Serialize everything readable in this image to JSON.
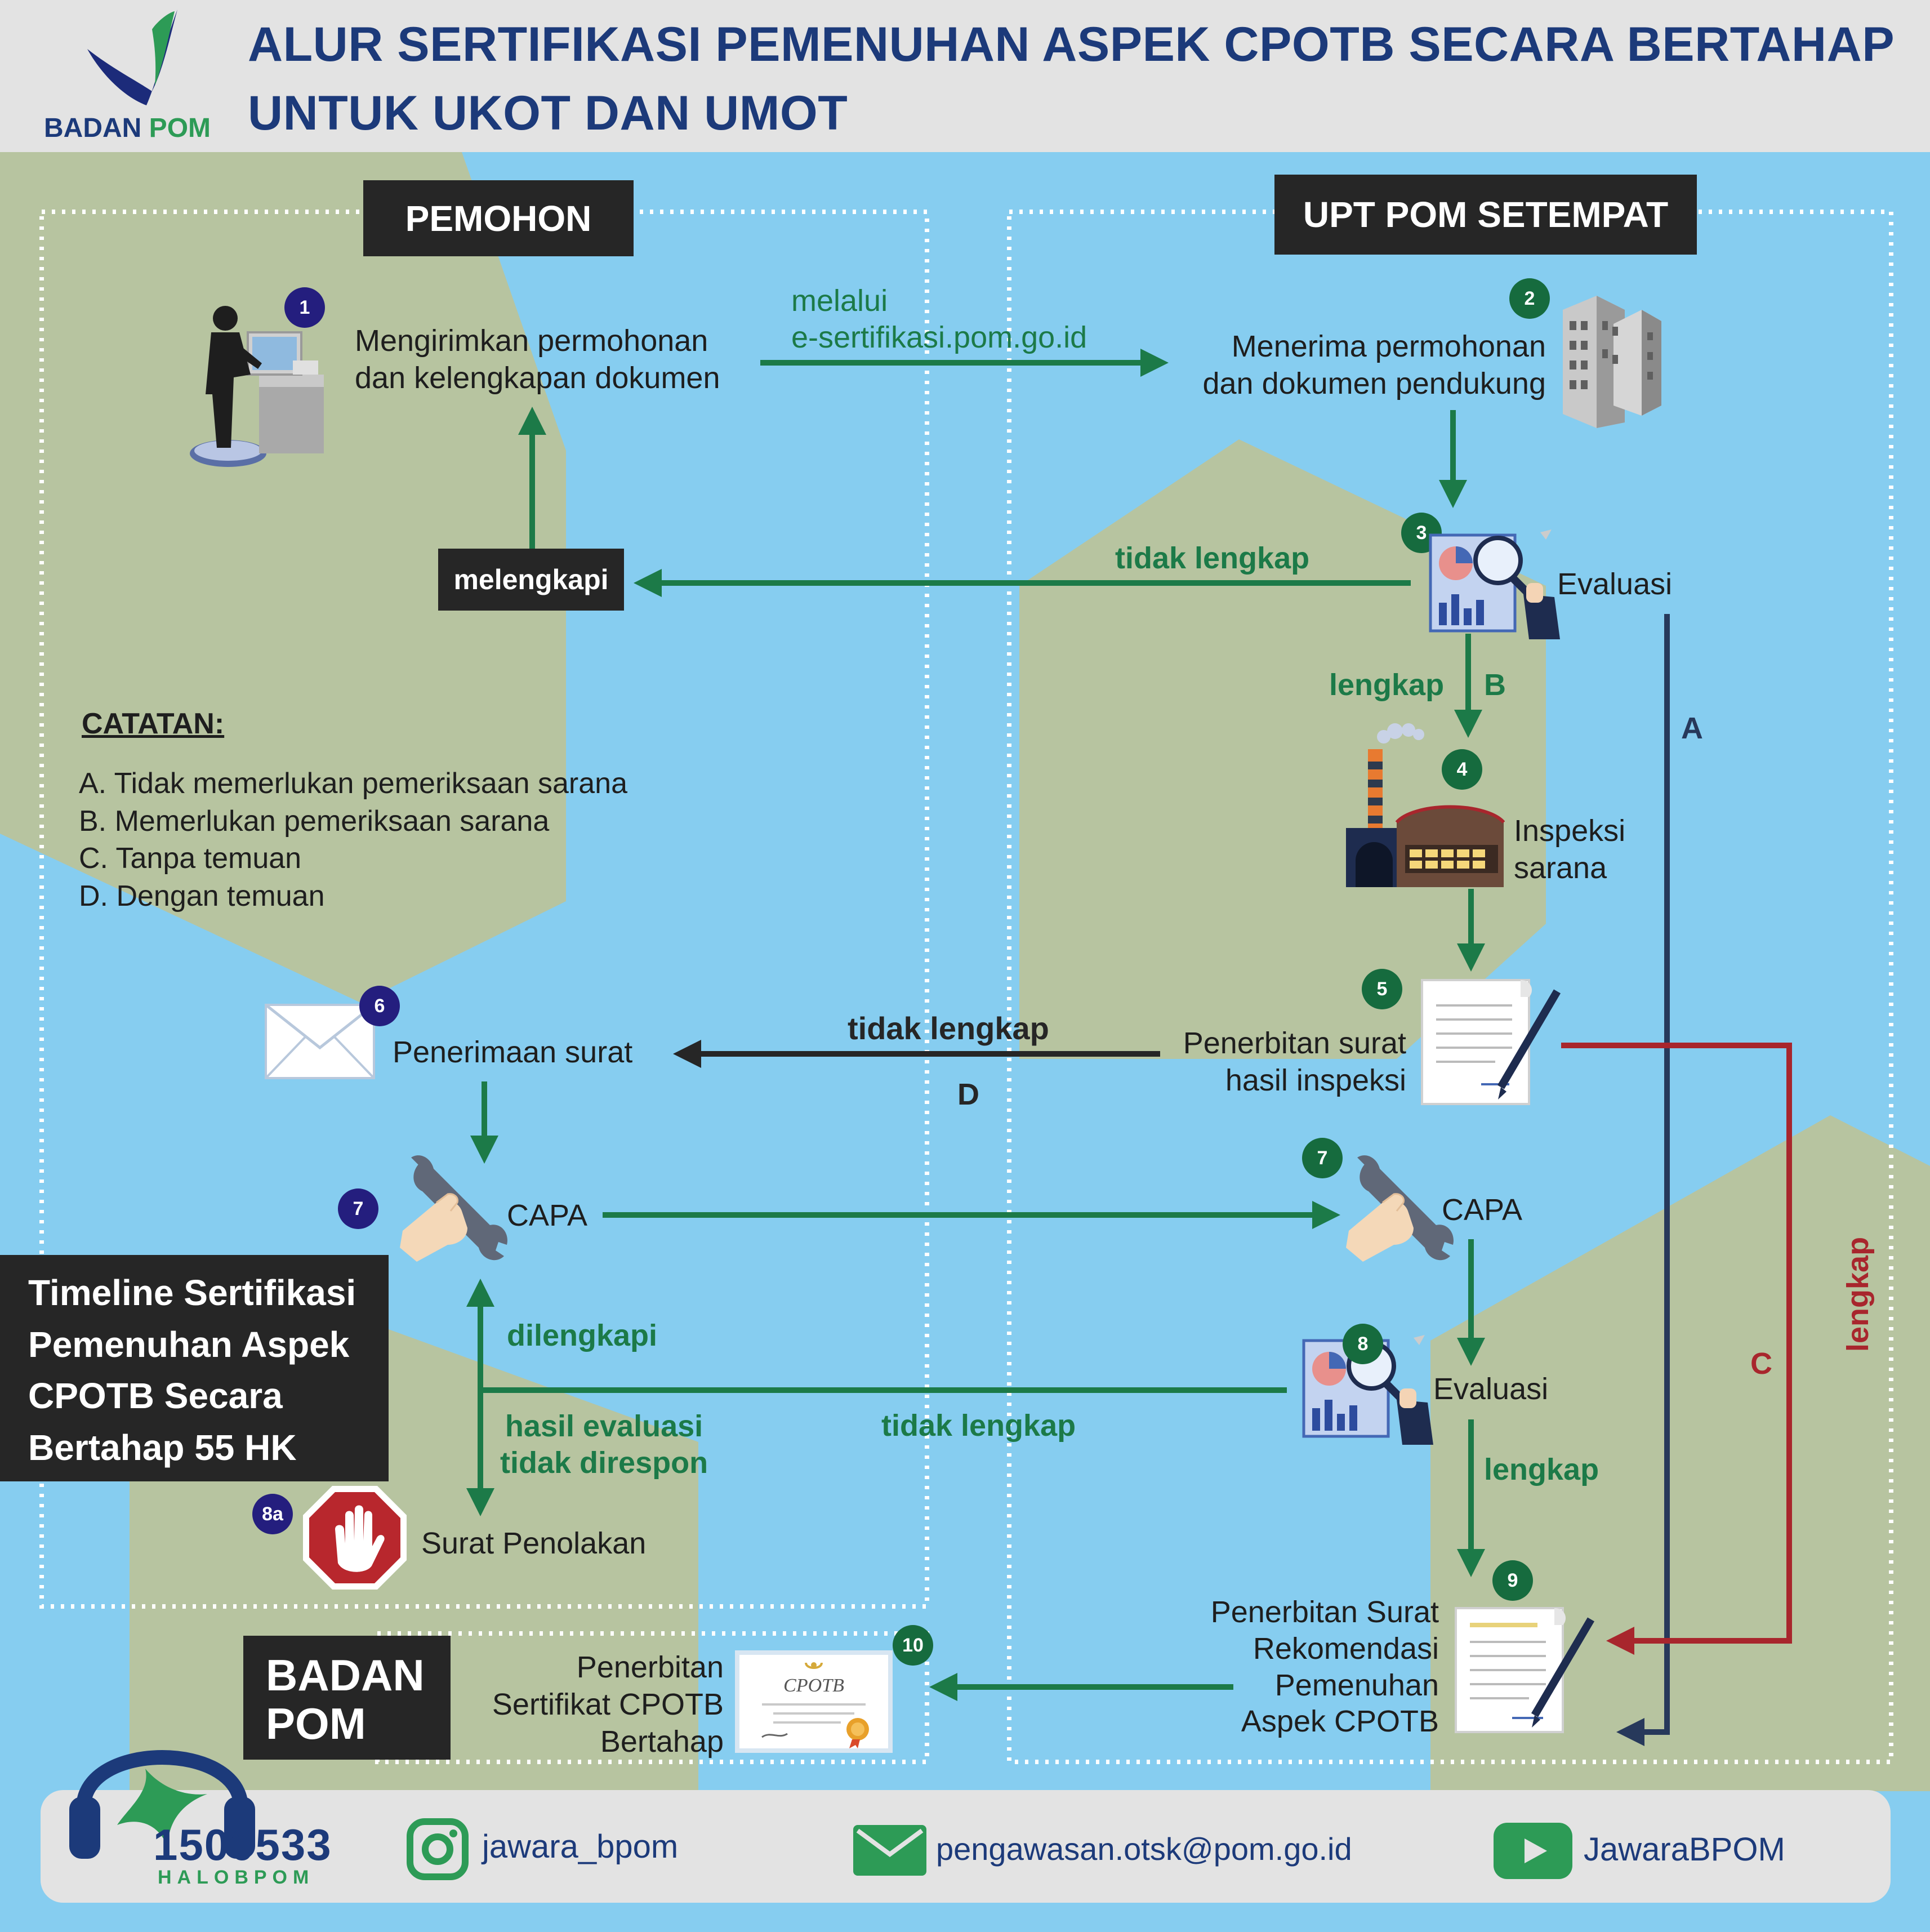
{
  "header": {
    "title_line1": "ALUR SERTIFIKASI PEMENUHAN ASPEK CPOTB SECARA BERTAHAP",
    "title_line2": "UNTUK UKOT DAN UMOT",
    "logo_text_a": "BADAN",
    "logo_text_b": "POM"
  },
  "lanes": {
    "left": "PEMOHON",
    "right": "UPT POM SETEMPAT"
  },
  "steps": {
    "s1": {
      "num": "1",
      "line1": "Mengirimkan permohonan",
      "line2": "dan kelengkapan dokumen"
    },
    "via": {
      "line1": "melalui",
      "line2": "e-sertifikasi.pom.go.id"
    },
    "s2": {
      "num": "2",
      "line1": "Menerima permohonan",
      "line2": "dan dokumen pendukung"
    },
    "s3": {
      "num": "3",
      "label": "Evaluasi"
    },
    "s4": {
      "num": "4",
      "line1": "Inspeksi",
      "line2": "sarana"
    },
    "s5": {
      "num": "5",
      "line1": "Penerbitan surat",
      "line2": "hasil inspeksi"
    },
    "s6": {
      "num": "6",
      "label": "Penerimaan surat"
    },
    "s7_left": {
      "num": "7",
      "label": "CAPA"
    },
    "s7_right": {
      "num": "7",
      "label": "CAPA"
    },
    "s8": {
      "num": "8",
      "label": "Evaluasi"
    },
    "s8a": {
      "num": "8a",
      "label": "Surat Penolakan"
    },
    "s9": {
      "num": "9",
      "line1": "Penerbitan Surat",
      "line2": "Rekomendasi",
      "line3": "Pemenuhan",
      "line4": "Aspek CPOTB"
    },
    "s10": {
      "num": "10",
      "line1": "Penerbitan",
      "line2": "Sertifikat CPOTB",
      "line3": "Bertahap"
    }
  },
  "edge_labels": {
    "melengkapi": "melengkapi",
    "tidak_lengkap_1": "tidak lengkap",
    "lengkap_1": "lengkap",
    "b": "B",
    "a": "A",
    "tidak_lengkap_2": "tidak lengkap",
    "d": "D",
    "dilengkapi": "dilengkapi",
    "hasil_line1": "hasil evaluasi",
    "hasil_line2": "tidak direspon",
    "tidak_lengkap_3": "tidak lengkap",
    "lengkap_2": "lengkap",
    "c": "C",
    "lengkap_vertical": "lengkap"
  },
  "notes": {
    "title": "CATATAN:",
    "items": [
      "A. Tidak memerlukan pemeriksaan sarana",
      "B. Memerlukan pemeriksaan sarana",
      "C. Tanpa temuan",
      "D. Dengan temuan"
    ]
  },
  "timeline": {
    "line1": "Timeline Sertifikasi",
    "line2": "Pemenuhan Aspek",
    "line3": "CPOTB Secara",
    "line4": "Bertahap 55 HK"
  },
  "badan_pom": {
    "line1": "BADAN",
    "line2": "POM"
  },
  "certificate_text": "CPOTB",
  "footer": {
    "hotline_number": "1500533",
    "hotline_label": "HALOBPOM",
    "instagram": "jawara_bpom",
    "email": "pengawasan.otsk@pom.go.id",
    "youtube": "JawaraBPOM"
  },
  "colors": {
    "background": "#86CDF0",
    "hexagon": "#B7C4A0",
    "green_arrow": "#1C7A48",
    "navy_arrow": "#27395B",
    "red_arrow": "#A8262D",
    "dark_label": "#262626",
    "title": "#1C3A7A"
  }
}
